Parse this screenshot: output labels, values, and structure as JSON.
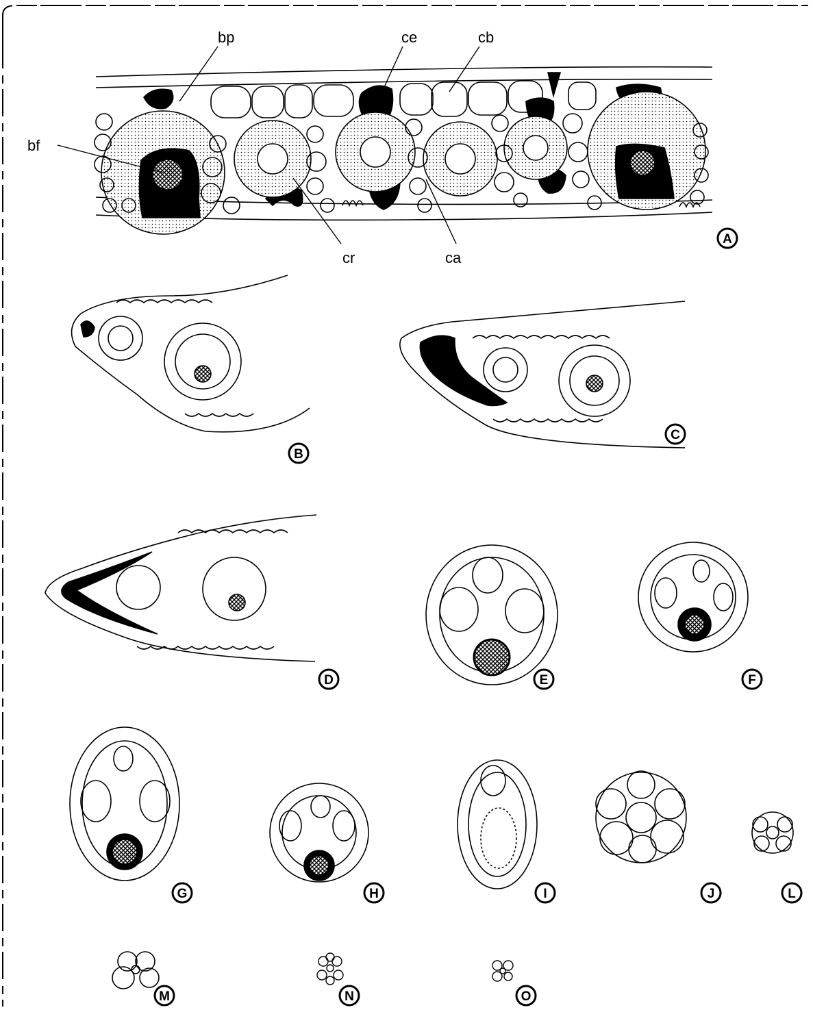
{
  "figure": {
    "labels": {
      "bp": "bp",
      "ce": "ce",
      "cb": "cb",
      "bf": "bf",
      "cr": "cr",
      "ca": "ca"
    },
    "panels": [
      "A",
      "B",
      "C",
      "D",
      "E",
      "F",
      "G",
      "H",
      "I",
      "J",
      "L",
      "M",
      "N",
      "O"
    ]
  }
}
